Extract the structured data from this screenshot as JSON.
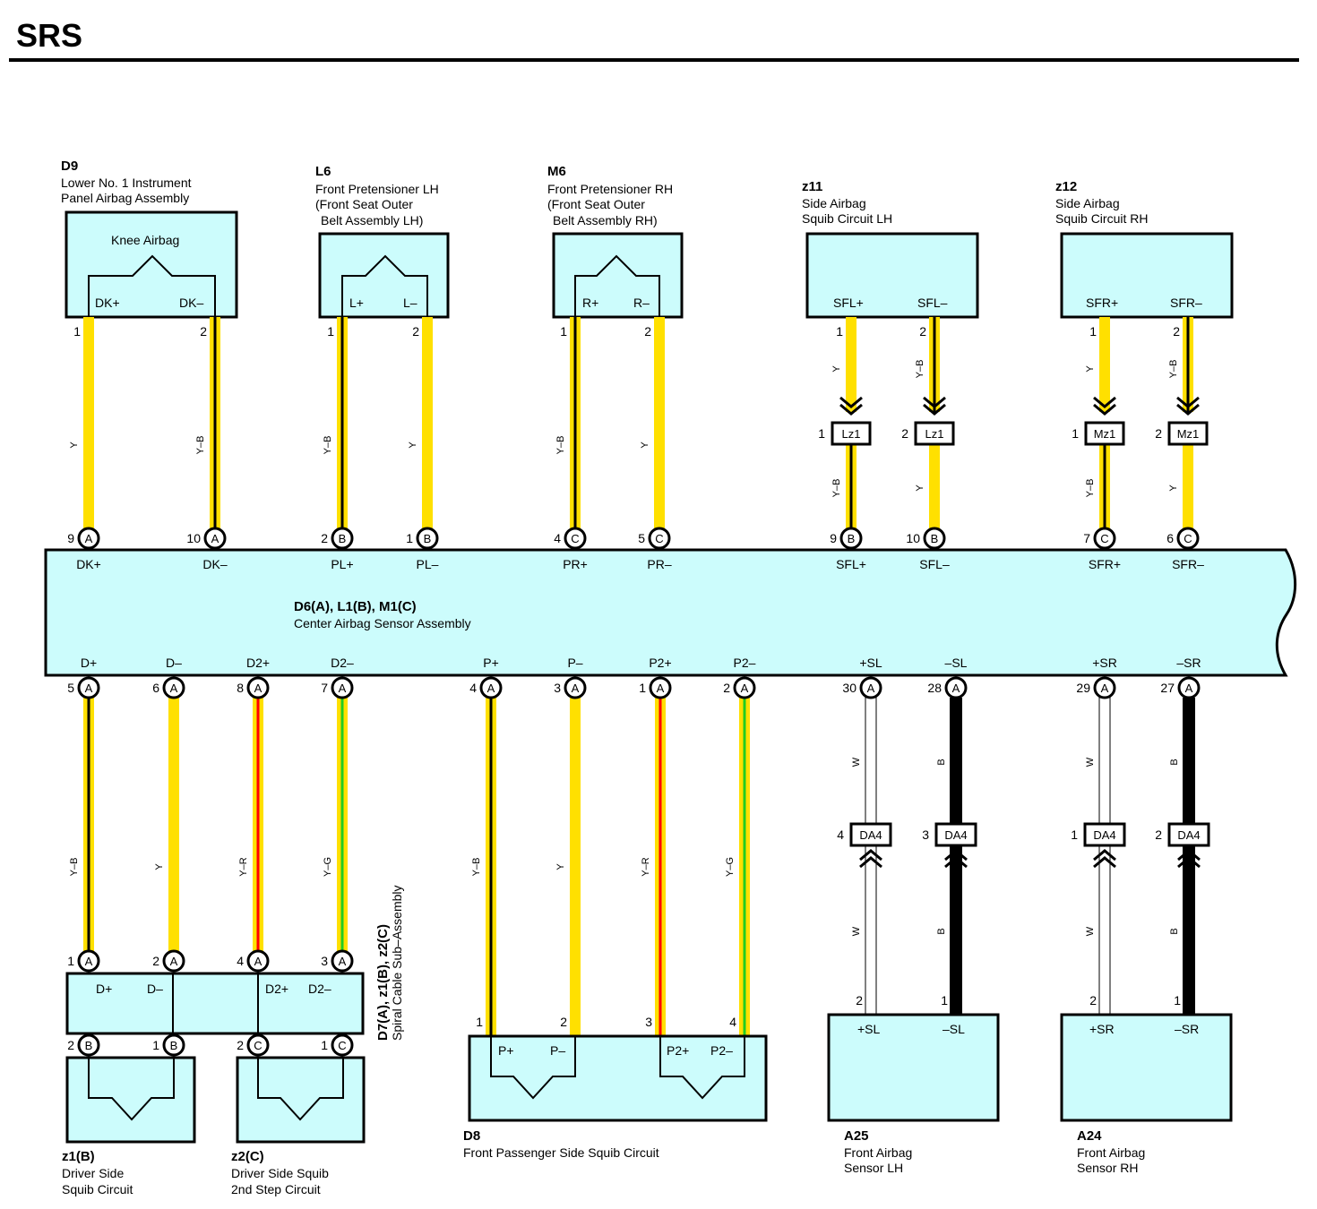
{
  "title": "SRS",
  "colors": {
    "box_fill": "#ccfcfc",
    "Y": "#ffe000",
    "R": "#ff0000",
    "G": "#22cc22",
    "B": "#000000",
    "W": "#ffffff"
  },
  "components": {
    "D9": {
      "code": "D9",
      "desc": [
        "Lower No. 1 Instrument",
        "Panel Airbag Assembly"
      ],
      "inner": "Knee Airbag",
      "pins": [
        "DK+",
        "DK–"
      ]
    },
    "L6": {
      "code": "L6",
      "desc": [
        "Front Pretensioner LH",
        "(Front Seat Outer",
        "Belt Assembly LH)"
      ],
      "pins": [
        "L+",
        "L–"
      ]
    },
    "M6": {
      "code": "M6",
      "desc": [
        "Front Pretensioner RH",
        "(Front Seat Outer",
        "Belt Assembly RH)"
      ],
      "pins": [
        "R+",
        "R–"
      ]
    },
    "z11": {
      "code": "z11",
      "desc": [
        "Side Airbag",
        "Squib Circuit LH"
      ],
      "pins": [
        "SFL+",
        "SFL–"
      ]
    },
    "z12": {
      "code": "z12",
      "desc": [
        "Side Airbag",
        "Squib Circuit RH"
      ],
      "pins": [
        "SFR+",
        "SFR–"
      ]
    },
    "center": {
      "code": "D6(A), L1(B), M1(C)",
      "desc": "Center Airbag Sensor Assembly",
      "top_pins": [
        "DK+",
        "DK–",
        "PL+",
        "PL–",
        "PR+",
        "PR–",
        "SFL+",
        "SFL–",
        "SFR+",
        "SFR–"
      ],
      "bottom_pins": [
        "D+",
        "D–",
        "D2+",
        "D2–",
        "P+",
        "P–",
        "P2+",
        "P2–",
        "+SL",
        "–SL",
        "+SR",
        "–SR"
      ]
    },
    "spiral": {
      "code": "D7(A), z1(B), z2(C)",
      "desc": "Spiral Cable Sub–Assembly",
      "pins": [
        "D+",
        "D–",
        "D2+",
        "D2–"
      ]
    },
    "z1": {
      "code": "z1(B)",
      "desc": [
        "Driver Side",
        "Squib Circuit"
      ]
    },
    "z2": {
      "code": "z2(C)",
      "desc": [
        "Driver Side Squib",
        "2nd Step Circuit"
      ]
    },
    "D8": {
      "code": "D8",
      "desc": "Front Passenger Side Squib Circuit",
      "pins": [
        "P+",
        "P–",
        "P2+",
        "P2–"
      ]
    },
    "A25": {
      "code": "A25",
      "desc": [
        "Front Airbag",
        "Sensor LH"
      ],
      "pins": [
        "+SL",
        "–SL"
      ]
    },
    "A24": {
      "code": "A24",
      "desc": [
        "Front Airbag",
        "Sensor RH"
      ],
      "pins": [
        "+SR",
        "–SR"
      ]
    }
  },
  "wires": {
    "top": [
      {
        "id": "dkp",
        "color": "Y",
        "top_num": "1",
        "bot_num": "9",
        "conn": "A"
      },
      {
        "id": "dkm",
        "color": "Y–B",
        "top_num": "2",
        "bot_num": "10",
        "conn": "A"
      },
      {
        "id": "lp",
        "color": "Y–B",
        "top_num": "1",
        "bot_num": "2",
        "conn": "B"
      },
      {
        "id": "lm",
        "color": "Y",
        "top_num": "2",
        "bot_num": "1",
        "conn": "B"
      },
      {
        "id": "rp",
        "color": "Y–B",
        "top_num": "1",
        "bot_num": "4",
        "conn": "C"
      },
      {
        "id": "rm",
        "color": "Y",
        "top_num": "2",
        "bot_num": "5",
        "conn": "C"
      },
      {
        "id": "sflp",
        "color_upper": "Y",
        "color_lower": "Y–B",
        "top_num": "1",
        "mid_num": "1",
        "mid_conn": "Lz1",
        "bot_num": "9",
        "conn": "B"
      },
      {
        "id": "sflm",
        "color_upper": "Y–B",
        "color_lower": "Y",
        "top_num": "2",
        "mid_num": "2",
        "mid_conn": "Lz1",
        "bot_num": "10",
        "conn": "B"
      },
      {
        "id": "sfrp",
        "color_upper": "Y",
        "color_lower": "Y–B",
        "top_num": "1",
        "mid_num": "1",
        "mid_conn": "Mz1",
        "bot_num": "7",
        "conn": "C"
      },
      {
        "id": "sfrm",
        "color_upper": "Y–B",
        "color_lower": "Y",
        "top_num": "2",
        "mid_num": "2",
        "mid_conn": "Mz1",
        "bot_num": "6",
        "conn": "C"
      }
    ],
    "bottom": [
      {
        "id": "dp",
        "color": "Y–B",
        "top_num": "5",
        "top_conn": "A",
        "bot_num": "1",
        "bot_conn": "A",
        "low_num": "2",
        "low_conn": "B"
      },
      {
        "id": "dm",
        "color": "Y",
        "top_num": "6",
        "top_conn": "A",
        "bot_num": "2",
        "bot_conn": "A",
        "low_num": "1",
        "low_conn": "B"
      },
      {
        "id": "d2p",
        "color": "Y–R",
        "top_num": "8",
        "top_conn": "A",
        "bot_num": "4",
        "bot_conn": "A",
        "low_num": "2",
        "low_conn": "C"
      },
      {
        "id": "d2m",
        "color": "Y–G",
        "top_num": "7",
        "top_conn": "A",
        "bot_num": "3",
        "bot_conn": "A",
        "low_num": "1",
        "low_conn": "C"
      },
      {
        "id": "pp",
        "color": "Y–B",
        "top_num": "4",
        "top_conn": "A",
        "bot_num": "1"
      },
      {
        "id": "pm",
        "color": "Y",
        "top_num": "3",
        "top_conn": "A",
        "bot_num": "2"
      },
      {
        "id": "p2p",
        "color": "Y–R",
        "top_num": "1",
        "top_conn": "A",
        "bot_num": "3"
      },
      {
        "id": "p2m",
        "color": "Y–G",
        "top_num": "2",
        "top_conn": "A",
        "bot_num": "4"
      },
      {
        "id": "slp",
        "color": "W",
        "top_num": "30",
        "top_conn": "A",
        "mid_num": "4",
        "mid_conn": "DA4",
        "bot_num": "2"
      },
      {
        "id": "slm",
        "color": "B",
        "top_num": "28",
        "top_conn": "A",
        "mid_num": "3",
        "mid_conn": "DA4",
        "bot_num": "1"
      },
      {
        "id": "srp",
        "color": "W",
        "top_num": "29",
        "top_conn": "A",
        "mid_num": "1",
        "mid_conn": "DA4",
        "bot_num": "2"
      },
      {
        "id": "srm",
        "color": "B",
        "top_num": "27",
        "top_conn": "A",
        "mid_num": "2",
        "mid_conn": "DA4",
        "bot_num": "1"
      }
    ]
  }
}
